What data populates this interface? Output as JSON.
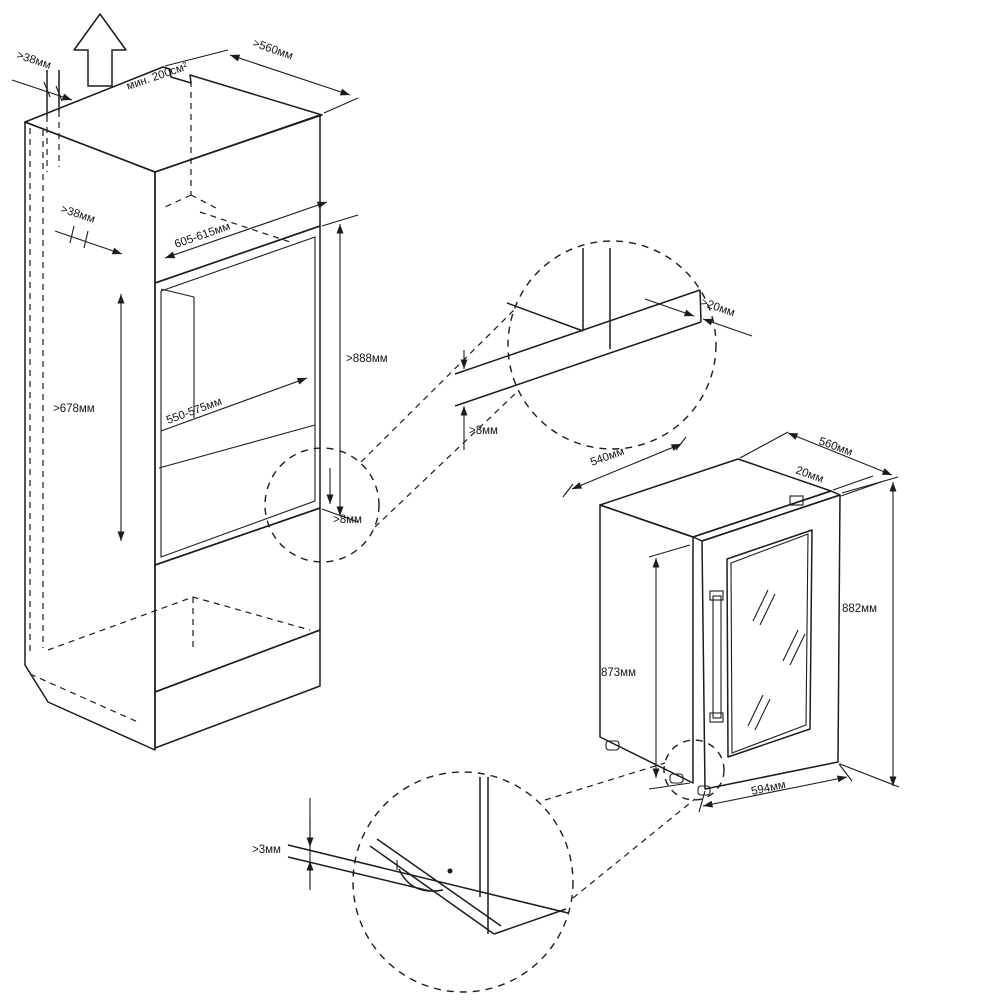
{
  "diagram": {
    "type": "appliance-built-in-installation-drawing",
    "cabinet": {
      "vent_gap_top": ">38мм",
      "vent_area_min": "мин. 200см²",
      "top_clearance_depth": ">560мм",
      "rear_side_gap": ">38мм",
      "niche_width": "605-615мм",
      "niche_depth": "550-575мм",
      "inner_height": ">678мм",
      "niche_height": ">888мм",
      "niche_bottom_gap": ">8мм"
    },
    "detail_top": {
      "front_edge_gap": ">20мм",
      "shelf_gap": ">8мм"
    },
    "appliance": {
      "body_depth": "540мм",
      "total_depth": "560мм",
      "door_thickness": "20мм",
      "total_height": "882мм",
      "body_height": "873мм",
      "width": "594мм"
    },
    "detail_bottom": {
      "floor_gap": ">3мм"
    },
    "colors": {
      "line": "#1c1c1c",
      "panel_dark": "#5b5e62",
      "panel_mid": "#999c9f",
      "panel_light": "#aeb0b2",
      "background": "#ffffff"
    }
  }
}
